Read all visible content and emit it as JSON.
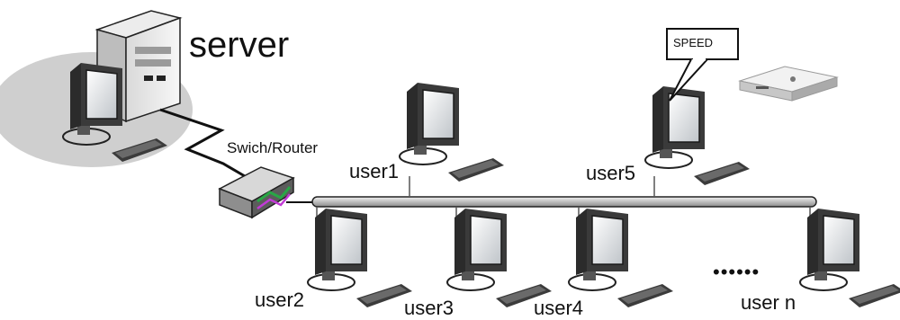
{
  "diagram": {
    "server_label": "server",
    "router_label": "Swich/Router",
    "speed_label": "SPEED",
    "ellipsis": "••••••",
    "users": {
      "user1": "user1",
      "user2": "user2",
      "user3": "user3",
      "user4": "user4",
      "user5": "user5",
      "user_n": "user n"
    }
  }
}
